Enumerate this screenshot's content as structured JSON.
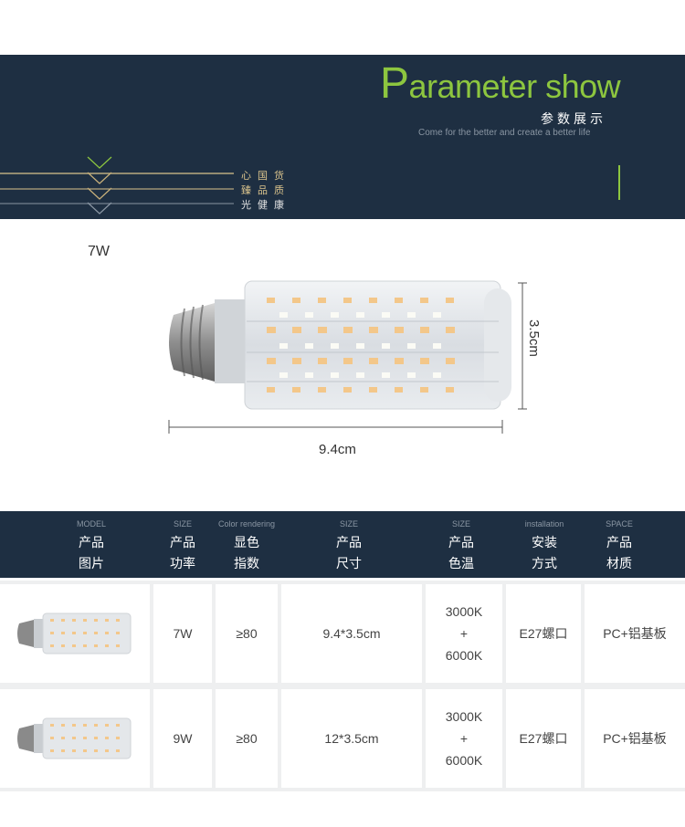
{
  "hero": {
    "title_initial": "P",
    "title_rest": "arameter",
    "title_show": " show",
    "subtitle_cn": "参数展示",
    "subtitle_en": "Come for the better and create a better life",
    "tags": [
      "心国货",
      "臻品质",
      "光健康"
    ]
  },
  "product": {
    "wattage": "7W",
    "height_label": "3.5cm",
    "length_label": "9.4cm"
  },
  "table": {
    "headers": [
      {
        "en": "MODEL",
        "cn1": "产品",
        "cn2": "图片"
      },
      {
        "en": "SIZE",
        "cn1": "产品",
        "cn2": "功率"
      },
      {
        "en": "Color rendering",
        "cn1": "显色",
        "cn2": "指数"
      },
      {
        "en": "SIZE",
        "cn1": "产品",
        "cn2": "尺寸"
      },
      {
        "en": "SIZE",
        "cn1": "产品",
        "cn2": "色温"
      },
      {
        "en": "installation",
        "cn1": "安装",
        "cn2": "方式"
      },
      {
        "en": "SPACE",
        "cn1": "产品",
        "cn2": "材质"
      }
    ],
    "rows": [
      {
        "power": "7W",
        "cri": "≥80",
        "size": "9.4*3.5cm",
        "temp1": "3000K",
        "temp_plus": "+",
        "temp2": "6000K",
        "install": "E27螺口",
        "material": "PC+铝基板"
      },
      {
        "power": "9W",
        "cri": "≥80",
        "size": "12*3.5cm",
        "temp1": "3000K",
        "temp_plus": "+",
        "temp2": "6000K",
        "install": "E27螺口",
        "material": "PC+铝基板"
      }
    ]
  },
  "colors": {
    "navy": "#1e2f42",
    "accent_green": "#8dc63f",
    "tag_gold": "#d9c38c"
  }
}
